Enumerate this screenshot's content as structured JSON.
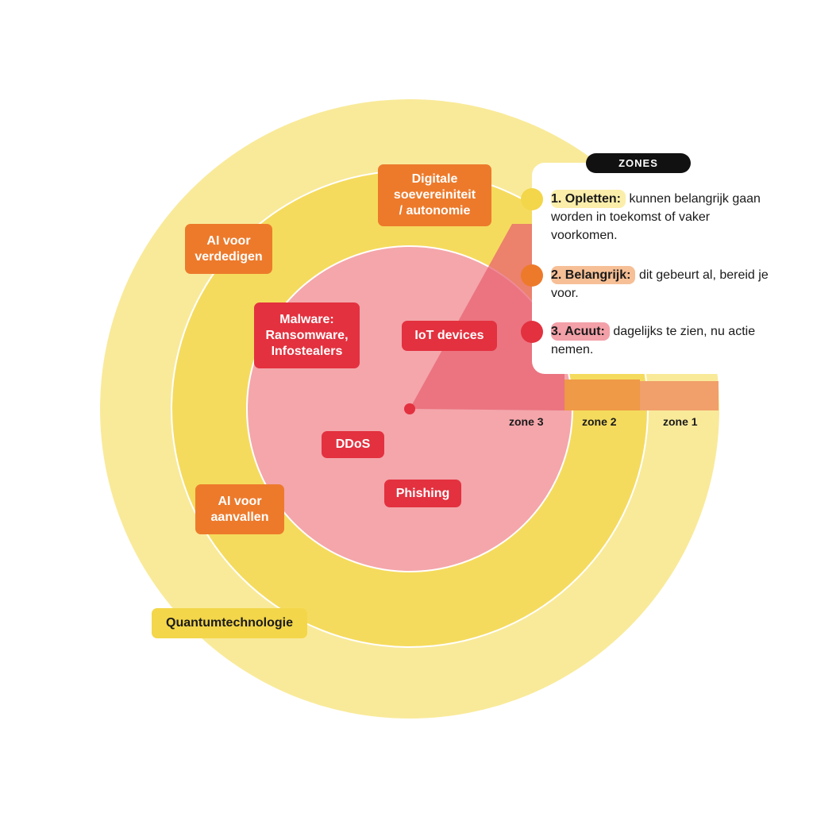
{
  "colors": {
    "zone1": "#f9ea9a",
    "zone2": "#f5db5d",
    "zone3": "#f4a6ab",
    "zone2_band": "#efa067",
    "zone3_sector": "#e86372",
    "center": "#e3313f",
    "tag_acuut": "#e3313f",
    "tag_belangrijk": "#ed7a2b",
    "tag_opletten": "#f3d64a"
  },
  "zone_labels": [
    "zone 3",
    "zone 2",
    "zone 1"
  ],
  "items": [
    {
      "key": "malware",
      "label": "Malware:\nRansomware,\nInfostealers",
      "zone": 3
    },
    {
      "key": "iot",
      "label": "IoT devices",
      "zone": 3
    },
    {
      "key": "ddos",
      "label": "DDoS",
      "zone": 3
    },
    {
      "key": "phishing",
      "label": "Phishing",
      "zone": 3
    },
    {
      "key": "digitale",
      "label": "Digitale\nsoevereiniteit\n/ autonomie",
      "zone": 2
    },
    {
      "key": "ai-verdedigen",
      "label": "AI voor\nverdedigen",
      "zone": 2
    },
    {
      "key": "ai-aanvallen",
      "label": "AI voor\naanvallen",
      "zone": 2
    },
    {
      "key": "quantum",
      "label": "Quantumtechnologie",
      "zone": 1
    }
  ],
  "legend": {
    "title": "ZONES",
    "entries": [
      {
        "name": "1. Opletten:",
        "text": "kunnen belangrijk gaan worden in toekomst of vaker voorkomen.",
        "color": "#f3d64a",
        "highlight": "#fbeeaa"
      },
      {
        "name": "2. Belangrijk:",
        "text": "dit gebeurt al, bereid je voor.",
        "color": "#ed7a2b",
        "highlight": "#f6bf96"
      },
      {
        "name": "3. Acuut:",
        "text": "dagelijks te zien, nu actie nemen.",
        "color": "#e3313f",
        "highlight": "#f3a0a8"
      }
    ]
  }
}
